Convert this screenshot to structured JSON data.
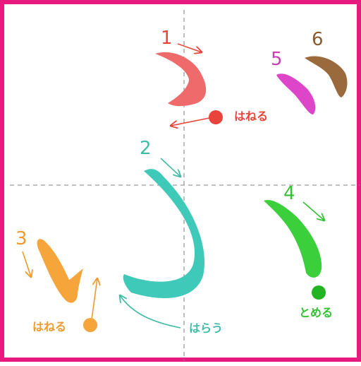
{
  "diagram": {
    "frame_color": "#e8197f",
    "guide_color": "#9a9a9a",
    "strokes": [
      {
        "number": "1",
        "color": "#ef6b6b",
        "annotation": "はねる",
        "annotation_color": "#e8443c"
      },
      {
        "number": "2",
        "color": "#3fc9b8",
        "annotation": "はらう",
        "annotation_color": "#3fbca6"
      },
      {
        "number": "3",
        "color": "#f5a53a",
        "annotation": "はねる",
        "annotation_color": "#ef9a2e"
      },
      {
        "number": "4",
        "color": "#3bcf3b",
        "annotation": "とめる",
        "annotation_color": "#33c233"
      },
      {
        "number": "5",
        "color": "#dd46c8",
        "annotation": "",
        "annotation_color": "#c83fb6"
      },
      {
        "number": "6",
        "color": "#9b6a3c",
        "annotation": "",
        "annotation_color": "#8a5a30"
      }
    ]
  }
}
